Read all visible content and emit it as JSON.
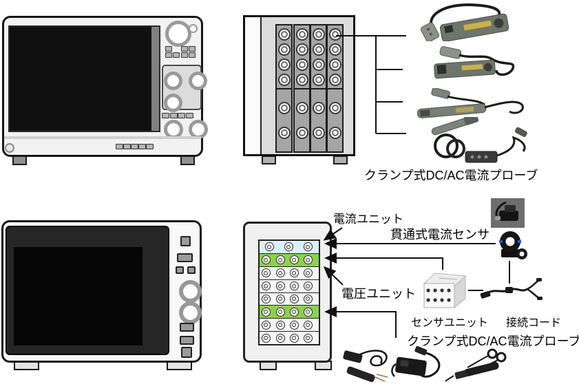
{
  "diagram": {
    "labels": {
      "clamp_probe_top": "クランプ式DC/AC電流プローブ",
      "current_unit": "電流ユニット",
      "through_current_sensor": "貫通式電流センサ",
      "voltage_unit": "電圧ユニット",
      "sensor_unit": "センサユニット",
      "connection_cord": "接続コード",
      "clamp_probe_bottom": "クランプ式DC/AC電流プローブ"
    },
    "colors": {
      "highlight_blue": "#d9f1f8",
      "highlight_green": "#8ad24c",
      "row_white": "#f7f7f7",
      "line": "#111111"
    },
    "racks": {
      "top": {
        "upper_bank": {
          "slots": 4,
          "connectors_per_slot": 4
        },
        "lower_bank": {
          "slots": 4,
          "connectors_per_slot": 2
        }
      },
      "bottom": {
        "rows": [
          {
            "name": "current-unit-row-empty",
            "color": "highlight_blue",
            "cx": [
              14,
              42,
              70
            ]
          },
          {
            "name": "current-unit-row",
            "color": "highlight_green",
            "cx": [
              9,
              30,
              50,
              70
            ]
          },
          {
            "name": "voltage-unit-row",
            "color": "row_white",
            "cx": [
              9,
              30,
              50,
              70
            ]
          },
          {
            "name": "voltage-unit-row",
            "color": "row_white",
            "cx": [
              9,
              30,
              50,
              70
            ]
          },
          {
            "name": "voltage-unit-row",
            "color": "row_white",
            "cx": [
              9,
              30,
              50,
              70
            ]
          },
          {
            "name": "current-unit-row",
            "color": "highlight_green",
            "cx": [
              9,
              30,
              50,
              70
            ]
          },
          {
            "name": "voltage-unit-row",
            "color": "row_white",
            "cx": [
              9,
              30,
              50,
              70
            ]
          },
          {
            "name": "voltage-unit-row",
            "color": "row_white",
            "cx": [
              9,
              30,
              50,
              70
            ]
          }
        ]
      }
    }
  }
}
